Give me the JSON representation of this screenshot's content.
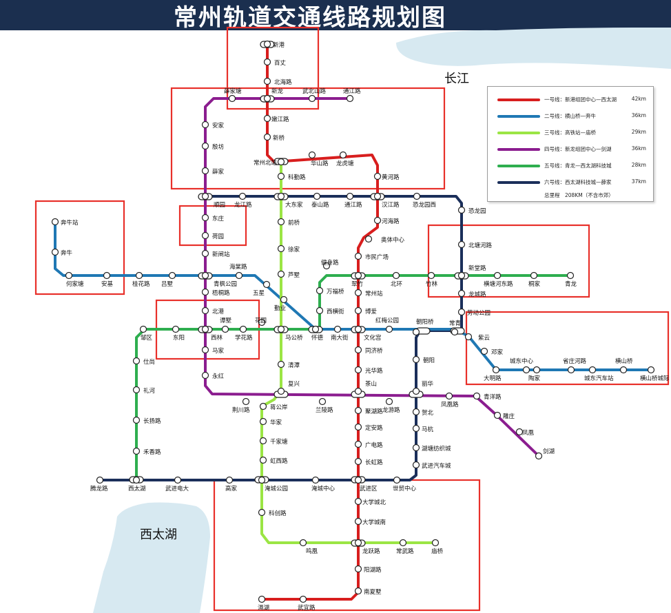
{
  "title": "常州轨道交通线路规划图",
  "labels": {
    "yangtze": "长江",
    "taihu": "西太湖"
  },
  "legend": {
    "rows": [
      {
        "color": "#d81e1e",
        "text": "一号线：新港组团中心—西太湖",
        "length": "42km"
      },
      {
        "color": "#1f78b4",
        "text": "二号线：横山桥—奔牛",
        "length": "36km"
      },
      {
        "color": "#9be544",
        "text": "三号线：高铁站—庙桥",
        "length": "29km"
      },
      {
        "color": "#8b1d8f",
        "text": "四号线：新龙组团中心—剑湖",
        "length": "36km"
      },
      {
        "color": "#2eae4f",
        "text": "五号线：青龙—西太湖科技城",
        "length": "28km"
      },
      {
        "color": "#1b2f5a",
        "text": "六号线：西太湖科技城—薛家",
        "length": "37km"
      }
    ],
    "total": "总里程　208KM（不含市郊）"
  },
  "colors": {
    "line1": "#d81e1e",
    "line2": "#1f78b4",
    "line3": "#9be544",
    "line4": "#8b1d8f",
    "line5": "#2eae4f",
    "line6": "#1b2f5a",
    "highlight": "#e8302a",
    "water": "#d7e9f1"
  },
  "stations": [
    {
      "name": "新港"
    },
    {
      "name": "百丈"
    },
    {
      "name": "北海路"
    },
    {
      "name": "新龙"
    },
    {
      "name": "薛家塘"
    },
    {
      "name": "武北山路"
    },
    {
      "name": "通江路"
    },
    {
      "name": "嫩江路"
    },
    {
      "name": "新桥"
    },
    {
      "name": "安家"
    },
    {
      "name": "殷坊"
    },
    {
      "name": "薛家"
    },
    {
      "name": "常州北站"
    },
    {
      "name": "华山路"
    },
    {
      "name": "龙虎塘"
    },
    {
      "name": "黄河路"
    },
    {
      "name": "科勤路"
    },
    {
      "name": "顺园"
    },
    {
      "name": "龙江路"
    },
    {
      "name": "大东家"
    },
    {
      "name": "泰山路"
    },
    {
      "name": "通江路"
    },
    {
      "name": "汉江路"
    },
    {
      "name": "恐龙园西"
    },
    {
      "name": "恐龙园"
    },
    {
      "name": "前桥"
    },
    {
      "name": "河海路"
    },
    {
      "name": "东庄"
    },
    {
      "name": "荷园"
    },
    {
      "name": "奥体中心"
    },
    {
      "name": "徐家"
    },
    {
      "name": "新闸站"
    },
    {
      "name": "市民广场"
    },
    {
      "name": "北塘河路"
    },
    {
      "name": "芦墅"
    },
    {
      "name": "健身路"
    },
    {
      "name": "海棠路"
    },
    {
      "name": "青枫公园"
    },
    {
      "name": "翠竹"
    },
    {
      "name": "北环"
    },
    {
      "name": "竹林"
    },
    {
      "name": "新堂路"
    },
    {
      "name": "横塘河东路"
    },
    {
      "name": "桐家"
    },
    {
      "name": "青龙"
    },
    {
      "name": "奔牛站"
    },
    {
      "name": "奔牛"
    },
    {
      "name": "何家塘"
    },
    {
      "name": "安基"
    },
    {
      "name": "桂花路"
    },
    {
      "name": "吕墅"
    },
    {
      "name": "五星"
    },
    {
      "name": "万福桥"
    },
    {
      "name": "常州站"
    },
    {
      "name": "龙城路"
    },
    {
      "name": "梧桐路"
    },
    {
      "name": "勤业"
    },
    {
      "name": "西横街"
    },
    {
      "name": "博爱"
    },
    {
      "name": "劳动公园"
    },
    {
      "name": "北港"
    },
    {
      "name": "邹区"
    },
    {
      "name": "东阳"
    },
    {
      "name": "西林"
    },
    {
      "name": "谭墅"
    },
    {
      "name": "学花路"
    },
    {
      "name": "马公桥"
    },
    {
      "name": "怀德"
    },
    {
      "name": "南大街"
    },
    {
      "name": "文化宫"
    },
    {
      "name": "红梅公园"
    },
    {
      "name": "朝阳桥"
    },
    {
      "name": "常青"
    },
    {
      "name": "紫云"
    },
    {
      "name": "邓家"
    },
    {
      "name": "城东中心"
    },
    {
      "name": "省庄河路"
    },
    {
      "name": "横山桥"
    },
    {
      "name": "陶家"
    },
    {
      "name": "城东汽车站"
    },
    {
      "name": "横山桥城际"
    },
    {
      "name": "大明路"
    },
    {
      "name": "马家"
    },
    {
      "name": "同济桥"
    },
    {
      "name": "朝阳"
    },
    {
      "name": "花园"
    },
    {
      "name": "仕尚"
    },
    {
      "name": "永红"
    },
    {
      "name": "清潭"
    },
    {
      "name": "光华路"
    },
    {
      "name": "礼河"
    },
    {
      "name": "荆川路"
    },
    {
      "name": "复兴"
    },
    {
      "name": "兰陵路"
    },
    {
      "name": "茶山"
    },
    {
      "name": "龙游路"
    },
    {
      "name": "丽华"
    },
    {
      "name": "凤凰路"
    },
    {
      "name": "青洋路"
    },
    {
      "name": "长扬路"
    },
    {
      "name": "蒋公岸"
    },
    {
      "name": "聚湖路"
    },
    {
      "name": "贺北"
    },
    {
      "name": "雕庄"
    },
    {
      "name": "华家"
    },
    {
      "name": "定安路"
    },
    {
      "name": "马杭"
    },
    {
      "name": "凤凰"
    },
    {
      "name": "千家塘"
    },
    {
      "name": "禾香路"
    },
    {
      "name": "广电路"
    },
    {
      "name": "湖塘纺织城"
    },
    {
      "name": "剑湖"
    },
    {
      "name": "虹西路"
    },
    {
      "name": "长虹路"
    },
    {
      "name": "武进汽车城"
    },
    {
      "name": "腾龙路"
    },
    {
      "name": "西太湖"
    },
    {
      "name": "武进电大"
    },
    {
      "name": "高家"
    },
    {
      "name": "淹城公园"
    },
    {
      "name": "淹城中心"
    },
    {
      "name": "武进区"
    },
    {
      "name": "世贸中心"
    },
    {
      "name": "科创路"
    },
    {
      "name": "大学城北"
    },
    {
      "name": "大学城南"
    },
    {
      "name": "鸣凰"
    },
    {
      "name": "龙跃路"
    },
    {
      "name": "常武路"
    },
    {
      "name": "庙桥"
    },
    {
      "name": "阳湖路"
    },
    {
      "name": "南夏墅"
    },
    {
      "name": "滆湖"
    },
    {
      "name": "武宜路"
    }
  ]
}
